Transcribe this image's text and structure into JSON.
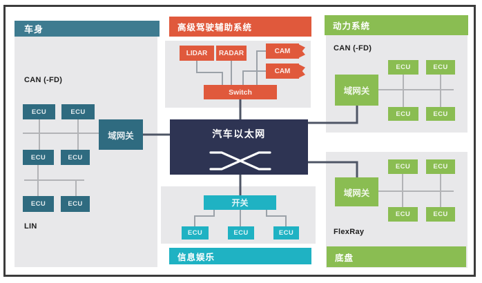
{
  "labels": {
    "ecu": "ECU"
  },
  "center": {
    "title": "汽车以太网"
  },
  "body": {
    "title": "车身",
    "protocol_top": "CAN (-FD)",
    "protocol_bottom": "LIN",
    "gateway": "域网关"
  },
  "adas": {
    "title": "高级驾驶辅助系统",
    "lidar": "LIDAR",
    "radar": "RADAR",
    "cam1": "CAM",
    "cam2": "CAM",
    "switch": "Switch"
  },
  "powertrain": {
    "title": "动力系统",
    "protocol": "CAN (-FD)",
    "gateway": "域网关"
  },
  "chassis": {
    "title": "底盘",
    "protocol": "FlexRay",
    "gateway": "域网关"
  },
  "infotainment": {
    "title": "信息娱乐",
    "switch": "开关"
  },
  "colors": {
    "body_header": "#3E7B90",
    "body_box": "#2F6B80",
    "adas_accent": "#E0593C",
    "infotainment_accent": "#1FB2C3",
    "powertrain_accent": "#8ABD52",
    "chassis_accent": "#8ABD52",
    "ethernet_box": "#2E3453",
    "panel_background": "#E8E8EA"
  }
}
